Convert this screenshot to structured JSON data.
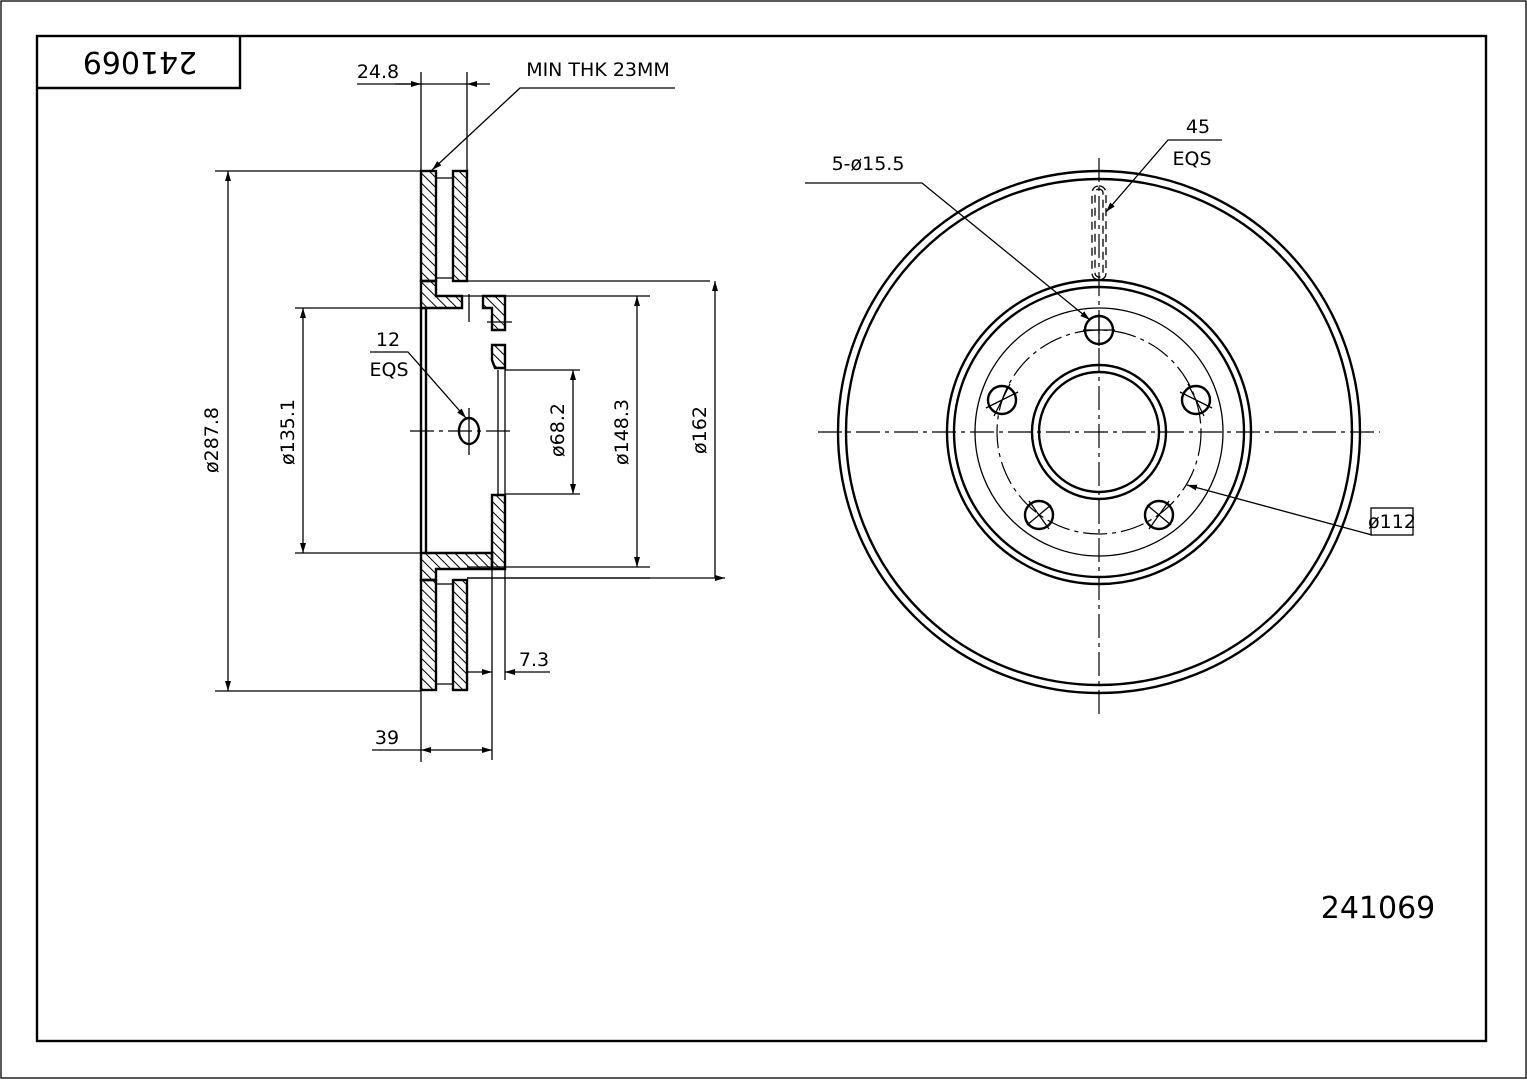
{
  "title_block": {
    "part_number_rotated": "241069",
    "part_number": "241069"
  },
  "side_view": {
    "min_thickness": "MIN THK 23MM",
    "thickness": "24.8",
    "overall_height": "39",
    "hat_thickness": "7.3",
    "outer_diameter": "ø287.8",
    "hat_inner_diameter": "ø135.1",
    "center_bore": "ø68.2",
    "hat_outer_diameter": "ø148.3",
    "hub_diameter": "ø162",
    "hole_count": "12",
    "hole_note": "EQS"
  },
  "front_view": {
    "bolt_holes": "5-ø15.5",
    "vent_count": "45",
    "vent_note": "EQS",
    "pcd": "ø112"
  }
}
